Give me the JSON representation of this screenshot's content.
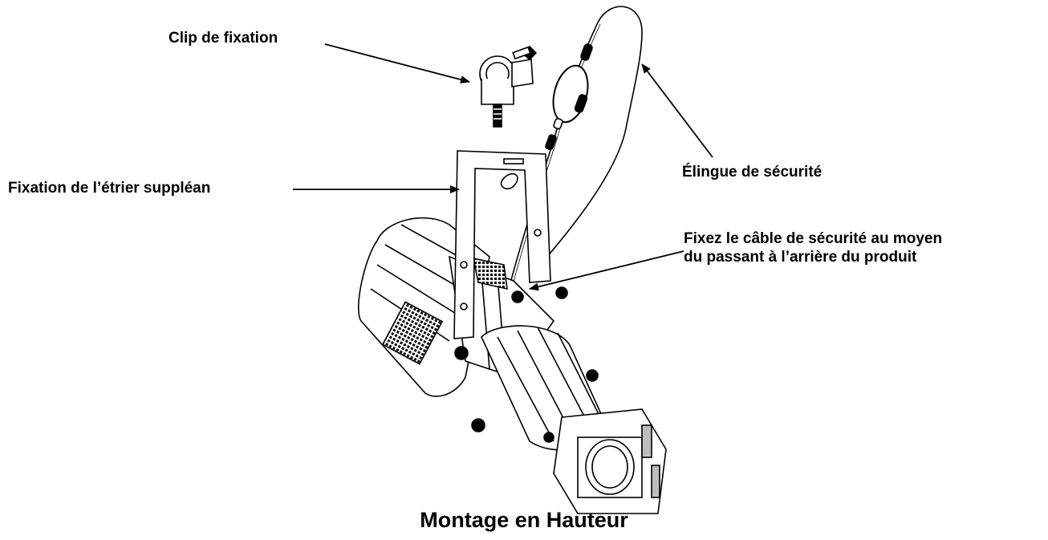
{
  "labels": {
    "clip": "Clip de fixation",
    "yoke": "Fixation de l’étrier suppléan",
    "sling": "Élingue de sécurité",
    "cable_line1": "Fixez le câble de sécurité au moyen",
    "cable_line2": "du passant à l’arrière du produit"
  },
  "caption": "Montage en Hauteur",
  "colors": {
    "ink": "#000000",
    "background": "#ffffff",
    "shade": "#bdbdbd"
  }
}
